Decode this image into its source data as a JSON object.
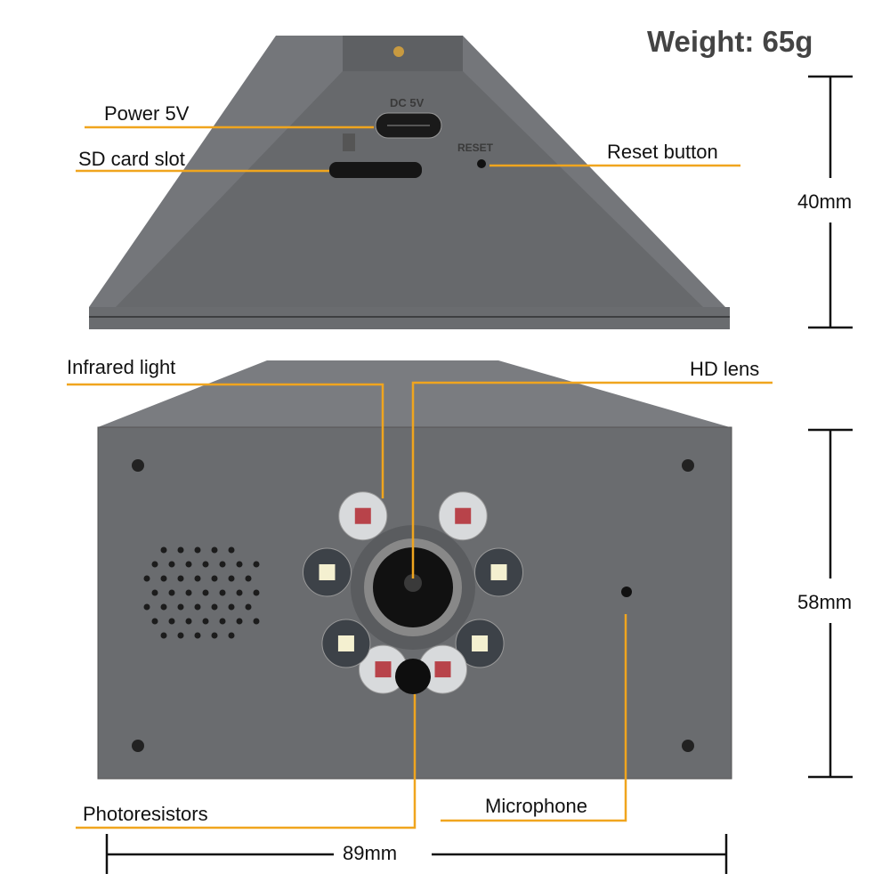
{
  "weight": "Weight: 65g",
  "labels": {
    "power": "Power 5V",
    "sd": "SD card slot",
    "reset": "Reset button",
    "infrared": "Infrared light",
    "lens": "HD lens",
    "photo": "Photoresistors",
    "mic": "Microphone"
  },
  "device_text": {
    "dc": "DC 5V",
    "reset": "RESET"
  },
  "dimensions": {
    "top_height": "40mm",
    "front_height": "58mm",
    "width": "89mm"
  },
  "colors": {
    "accent": "#f0a51e",
    "body": "#6a6c6f"
  }
}
